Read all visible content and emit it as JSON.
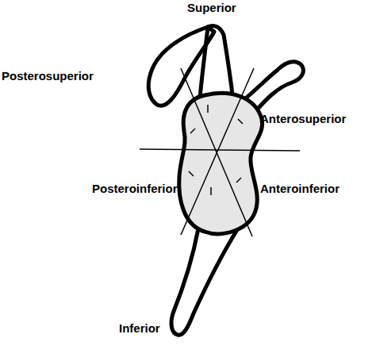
{
  "diagram": {
    "labels": [
      "Superior",
      "Posterosuperior",
      "Anterosuperior",
      "Posteroinferior",
      "Anteroinferior",
      "Inferior"
    ]
  }
}
